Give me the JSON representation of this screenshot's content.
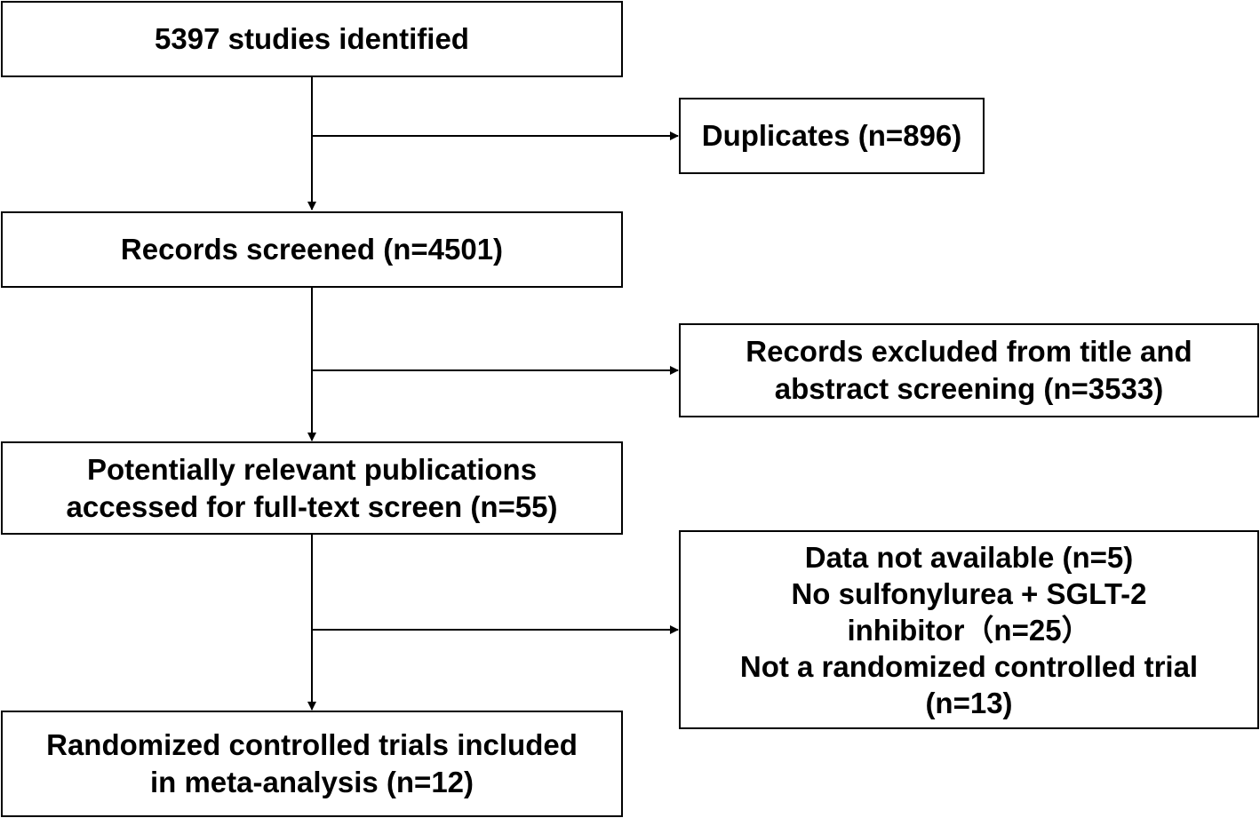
{
  "flow": {
    "main": [
      {
        "id": "identified",
        "lines": [
          "5397 studies identified"
        ]
      },
      {
        "id": "screened",
        "lines": [
          "Records screened (n=4501)"
        ]
      },
      {
        "id": "fulltext",
        "lines": [
          "Potentially relevant publications",
          "accessed for full-text screen (n=55)"
        ]
      },
      {
        "id": "included",
        "lines": [
          "Randomized controlled trials included",
          "in meta-analysis (n=12)"
        ]
      }
    ],
    "excluded": [
      {
        "id": "duplicates",
        "lines": [
          "Duplicates (n=896)"
        ]
      },
      {
        "id": "title-abstract",
        "lines": [
          "Records excluded from title and",
          "abstract screening (n=3533)"
        ]
      },
      {
        "id": "fulltext-excluded",
        "lines": [
          "Data not available (n=5)",
          "No sulfonylurea + SGLT-2",
          "inhibitor（n=25）",
          "Not a randomized controlled trial",
          "(n=13)"
        ]
      }
    ]
  }
}
